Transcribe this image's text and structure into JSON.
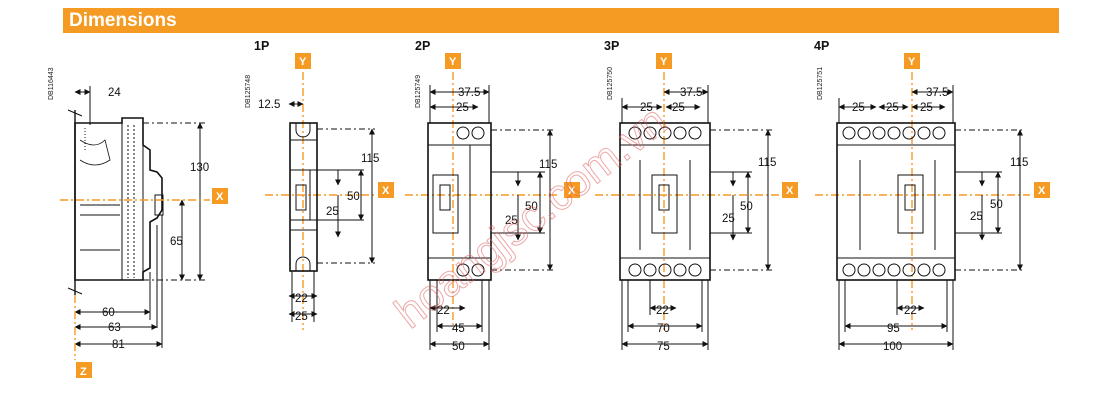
{
  "header": {
    "title": "Dimensions"
  },
  "side_view": {
    "ref_code": "DB116443",
    "dims": {
      "offset": "24",
      "height": "130",
      "axis_height": "65",
      "depth_60": "60",
      "depth_63": "63",
      "depth_81": "81"
    }
  },
  "views": {
    "p1": {
      "pole_label": "1P",
      "ref_code": "DB125748",
      "dims": {
        "half_width": "12.5",
        "h115": "115",
        "h50": "50",
        "h25": "25",
        "w22": "22",
        "w25": "25"
      }
    },
    "p2": {
      "pole_label": "2P",
      "ref_code": "DB125749",
      "dims": {
        "top375": "37.5",
        "top25": "25",
        "h115": "115",
        "h50": "50",
        "h25": "25",
        "w22": "22",
        "w45": "45",
        "w50": "50"
      }
    },
    "p3": {
      "pole_label": "3P",
      "ref_code": "DB125750",
      "dims": {
        "top375": "37.5",
        "top25a": "25",
        "top25b": "25",
        "h115": "115",
        "h50": "50",
        "h25": "25",
        "w22": "22",
        "w70": "70",
        "w75": "75"
      }
    },
    "p4": {
      "pole_label": "4P",
      "ref_code": "DB125751",
      "dims": {
        "top375": "37.5",
        "top25a": "25",
        "top25b": "25",
        "top25c": "25",
        "h115": "115",
        "h50": "50",
        "h25": "25",
        "w22": "22",
        "w95": "95",
        "w100": "100"
      }
    }
  },
  "axes": {
    "x_label": "X",
    "y_label": "Y",
    "z_label": "Z"
  },
  "watermark": "hoangjsc.com.vn",
  "colors": {
    "accent": "#f59a23",
    "line": "#111111",
    "watermark": "#e06060"
  }
}
